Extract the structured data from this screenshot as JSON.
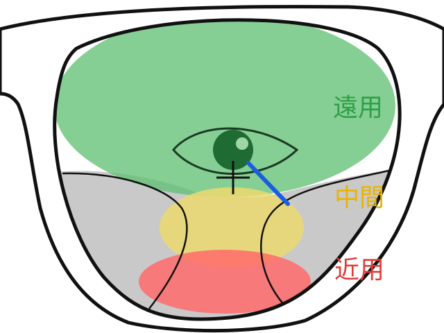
{
  "zones": {
    "far": {
      "label": "遠用",
      "color": "#2e9f44",
      "fill": "#5cbf72"
    },
    "mid": {
      "label": "中間",
      "color": "#e8b400",
      "fill": "#ecd96e"
    },
    "near": {
      "label": "近用",
      "color": "#e23a3a",
      "fill": "#ff6b6b"
    }
  },
  "colors": {
    "frame": "#111111",
    "lens_grey": "#c9c9c9",
    "eye_pupil": "#1f6b34",
    "line_of_sight": "#1a5fe0"
  },
  "icons": [
    "eye-icon",
    "crosshair-icon"
  ]
}
